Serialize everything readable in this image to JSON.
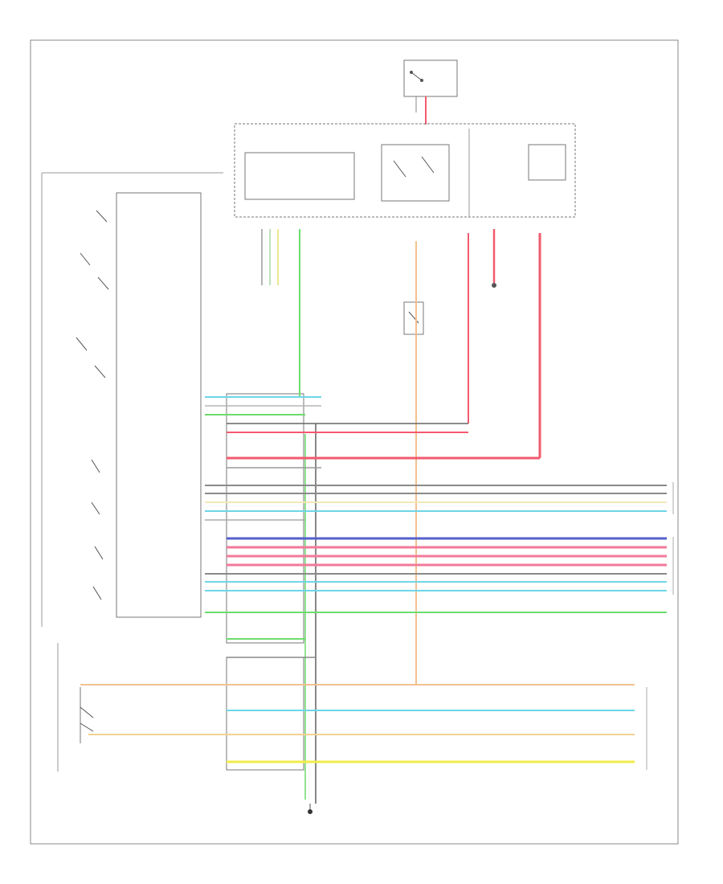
{
  "diagram": {
    "page_label": "",
    "colors": {
      "wire_red": "#f25a6e",
      "wire_green": "#6ddc6d",
      "wire_cyan": "#6ed6e8",
      "wire_blue": "#5560cc",
      "wire_pink": "#f27a9a",
      "wire_orange": "#f3c08f",
      "wire_yellow": "#f1ec4a",
      "wire_gray": "#9a9a9a",
      "frame": "#777777"
    },
    "components": [
      {
        "id": "top-fuse-block",
        "label": ""
      },
      {
        "id": "central-module",
        "label": ""
      },
      {
        "id": "body-control-module",
        "label": ""
      },
      {
        "id": "left-connector",
        "label": ""
      },
      {
        "id": "blower-motor",
        "label": ""
      },
      {
        "id": "ground",
        "label": ""
      }
    ],
    "wires": [
      {
        "id": "w-red-right",
        "color": "wire_red"
      },
      {
        "id": "w-red-mid",
        "color": "wire_red"
      },
      {
        "id": "w-green-mid",
        "color": "wire_green"
      },
      {
        "id": "w-orange-mid",
        "color": "wire_orange"
      },
      {
        "id": "w-gray-1",
        "color": "wire_gray"
      },
      {
        "id": "w-gray-2",
        "color": "wire_gray"
      },
      {
        "id": "w-yellow-1",
        "color": "wire_yellow"
      },
      {
        "id": "w-cyan-1",
        "color": "wire_cyan"
      },
      {
        "id": "w-blue-1",
        "color": "wire_blue"
      },
      {
        "id": "w-pink-1",
        "color": "wire_pink"
      },
      {
        "id": "w-pink-2",
        "color": "wire_pink"
      },
      {
        "id": "w-pink-3",
        "color": "wire_pink"
      },
      {
        "id": "w-gray-3",
        "color": "wire_gray"
      },
      {
        "id": "w-cyan-2",
        "color": "wire_cyan"
      },
      {
        "id": "w-cyan-3",
        "color": "wire_cyan"
      },
      {
        "id": "w-green-2",
        "color": "wire_green"
      },
      {
        "id": "w-orange-2",
        "color": "wire_orange"
      },
      {
        "id": "w-cyan-4",
        "color": "wire_cyan"
      },
      {
        "id": "w-yellow-2",
        "color": "wire_yellow"
      },
      {
        "id": "w-yellow-3",
        "color": "wire_yellow"
      }
    ]
  }
}
